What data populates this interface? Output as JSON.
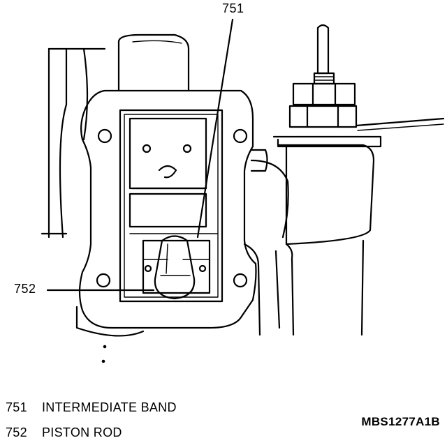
{
  "callouts": {
    "band": "751",
    "rod": "752"
  },
  "legend": [
    {
      "number": "751",
      "label": "INTERMEDIATE BAND"
    },
    {
      "number": "752",
      "label": "PISTON ROD"
    }
  ],
  "figure_id": "MBS1277A1B"
}
